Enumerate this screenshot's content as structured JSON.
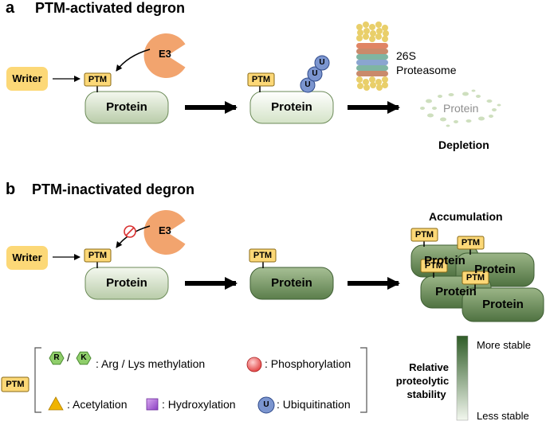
{
  "panel_a": {
    "letter": "a",
    "title": "PTM-activated degron",
    "writer": "Writer",
    "ptm": "PTM",
    "e3": "E3",
    "protein": "Protein",
    "ubiquitin": "U",
    "proteasome_line1": "26S",
    "proteasome_line2": "Proteasome",
    "degraded_protein": "Protein",
    "depletion": "Depletion"
  },
  "panel_b": {
    "letter": "b",
    "title": "PTM-inactivated degron",
    "writer": "Writer",
    "ptm": "PTM",
    "e3": "E3",
    "protein": "Protein",
    "accumulation": "Accumulation"
  },
  "legend": {
    "ptm": "PTM",
    "r": "R",
    "k": "K",
    "slash": "/",
    "methylation": ": Arg / Lys methylation",
    "phosphorylation": ": Phosphorylation",
    "acetylation": ": Acetylation",
    "hydroxylation": ": Hydroxylation",
    "u": "U",
    "ubiquitination": ": Ubiquitination"
  },
  "stability_bar": {
    "label_line1": "Relative",
    "label_line2": "proteolytic",
    "label_line3": "stability",
    "top": "More stable",
    "bottom": "Less stable"
  },
  "colors": {
    "writer_fill": "#fcd877",
    "ptm_fill": "#fcd877",
    "e3_fill": "#f2a46e",
    "ubiquitin_fill": "#7b95cf",
    "protein_light": "#e4eedb",
    "protein_dark": "#6e8f5c",
    "dark_green": "#2f5c27"
  }
}
